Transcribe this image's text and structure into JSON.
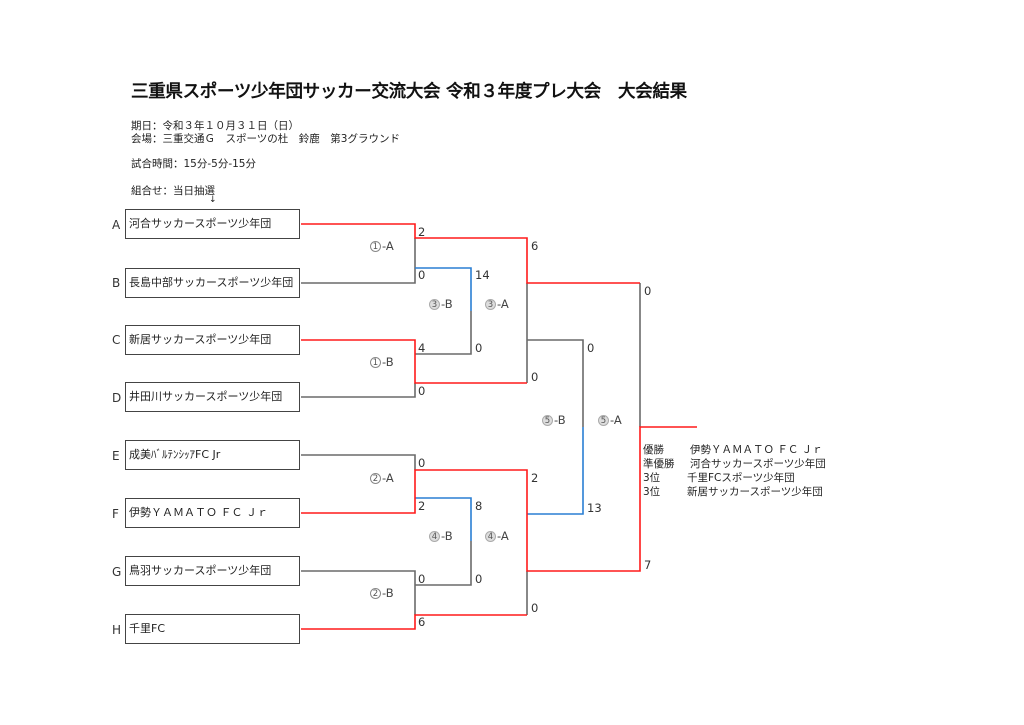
{
  "title": "三重県スポーツ少年団サッカー交流大会 令和３年度プレ大会　大会結果",
  "info": {
    "date": "期日：令和３年１０月３１日（日）",
    "venue": "会場：三重交通Ｇ　スポーツの杜　鈴鹿　第3グラウンド",
    "match_time": "試合時間：15分-5分-15分",
    "draw": "組合せ：当日抽選",
    "arrow": "↓"
  },
  "teams": [
    {
      "seed": "A",
      "name": "河合サッカースポーツ少年団"
    },
    {
      "seed": "B",
      "name": "長島中部サッカースポーツ少年団"
    },
    {
      "seed": "C",
      "name": "新居サッカースポーツ少年団"
    },
    {
      "seed": "D",
      "name": "井田川サッカースポーツ少年団"
    },
    {
      "seed": "E",
      "name": "成美ﾊﾞﾙﾃﾝｼｯｱFC Jr"
    },
    {
      "seed": "F",
      "name": "伊勢ＹＡＭＡＴＯ ＦＣ Ｊｒ"
    },
    {
      "seed": "G",
      "name": "鳥羽サッカースポーツ少年団"
    },
    {
      "seed": "H",
      "name": "千里FC"
    }
  ],
  "matches": {
    "m1a": {
      "num": "1",
      "suffix": "-A",
      "scores": [
        "2",
        "0"
      ]
    },
    "m1b": {
      "num": "1",
      "suffix": "-B",
      "scores": [
        "4",
        "0"
      ]
    },
    "m2a": {
      "num": "2",
      "suffix": "-A",
      "scores": [
        "0",
        "2"
      ]
    },
    "m2b": {
      "num": "2",
      "suffix": "-B",
      "scores": [
        "0",
        "6"
      ]
    },
    "m3a": {
      "num": "3",
      "suffix": "-A",
      "scores": [
        "6",
        "0"
      ]
    },
    "m3b": {
      "num": "3",
      "suffix": "-B",
      "scores": [
        "14",
        "0"
      ]
    },
    "m4a": {
      "num": "4",
      "suffix": "-A",
      "scores": [
        "2",
        "0"
      ]
    },
    "m4b": {
      "num": "4",
      "suffix": "-B",
      "scores": [
        "8",
        "0"
      ]
    },
    "m5a": {
      "num": "5",
      "suffix": "-A",
      "scores": [
        "0",
        "7"
      ]
    },
    "m5b": {
      "num": "5",
      "suffix": "-B",
      "scores": [
        "0",
        "13"
      ]
    }
  },
  "results": [
    {
      "rank": "優勝",
      "team": "伊勢ＹＡＭＡＴＯ ＦＣ Ｊｒ"
    },
    {
      "rank": "準優勝",
      "team": "河合サッカースポーツ少年団"
    },
    {
      "rank": "3位",
      "team": "千里FCスポーツ少年団"
    },
    {
      "rank": "3位",
      "team": "新居サッカースポーツ少年団"
    }
  ],
  "colors": {
    "winner": "#ff1a1a",
    "third_place": "#2a7fd4",
    "line": "#666666"
  }
}
